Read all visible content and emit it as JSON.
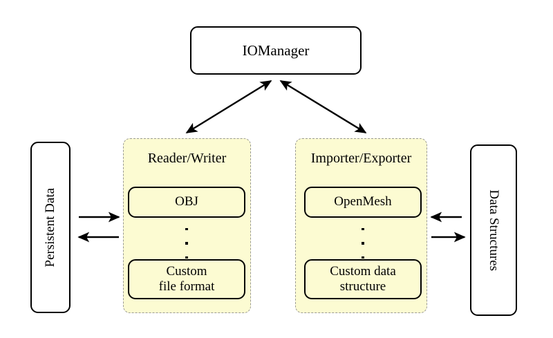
{
  "diagram": {
    "title_node": {
      "label": "IOManager"
    },
    "left_endpoint": {
      "label": "Persistent Data"
    },
    "right_endpoint": {
      "label": "Data Structures"
    },
    "groups": [
      {
        "id": "reader-writer",
        "title": "Reader/Writer",
        "items": [
          {
            "label": "OBJ"
          },
          {
            "label": "Custom\nfile format",
            "line1": "Custom",
            "line2": "file format"
          }
        ],
        "ellipsis": "⋮"
      },
      {
        "id": "importer-exporter",
        "title": "Importer/Exporter",
        "items": [
          {
            "label": "OpenMesh"
          },
          {
            "label": "Custom data\nstructure",
            "line1": "Custom data",
            "line2": "structure"
          }
        ],
        "ellipsis": "⋮"
      }
    ],
    "connections": [
      {
        "name": "iomanager-to-reader-writer",
        "type": "double-arrow",
        "from": "IOManager",
        "to": "Reader/Writer"
      },
      {
        "name": "iomanager-to-importer-exporter",
        "type": "double-arrow",
        "from": "IOManager",
        "to": "Importer/Exporter"
      },
      {
        "name": "persistent-data-to-reader-writer",
        "type": "arrow-right",
        "from": "Persistent Data",
        "to": "Reader/Writer"
      },
      {
        "name": "reader-writer-to-persistent-data",
        "type": "arrow-left",
        "from": "Reader/Writer",
        "to": "Persistent Data"
      },
      {
        "name": "data-structures-to-importer-exporter",
        "type": "arrow-left",
        "from": "Data Structures",
        "to": "Importer/Exporter"
      },
      {
        "name": "importer-exporter-to-data-structures",
        "type": "arrow-right",
        "from": "Importer/Exporter",
        "to": "Data Structures"
      }
    ],
    "colors": {
      "group_fill": "#fcfbd2",
      "group_border": "#9a9a93",
      "node_border": "#000000",
      "background": "#ffffff",
      "text": "#000000"
    }
  }
}
